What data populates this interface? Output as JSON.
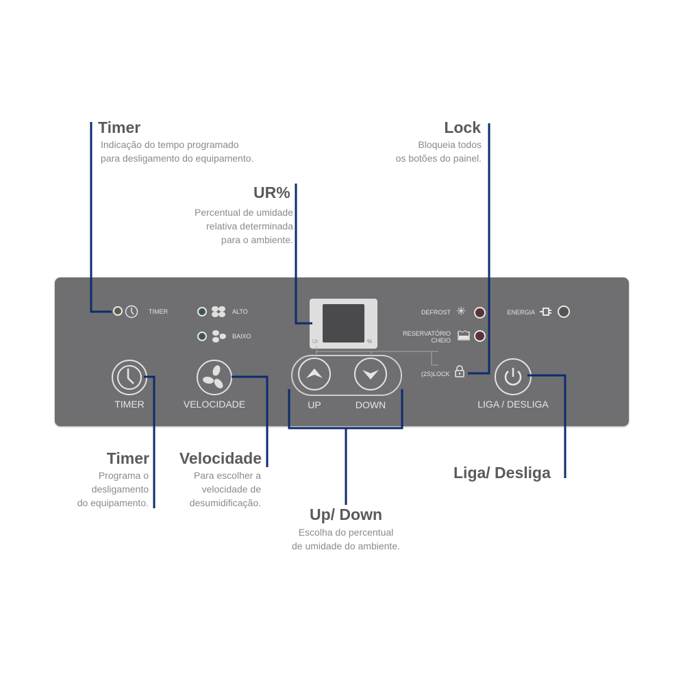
{
  "callouts": {
    "timer_top": {
      "title": "Timer",
      "desc": [
        "Indicação do tempo programado",
        "para desligamento do equipamento."
      ]
    },
    "lock": {
      "title": "Lock",
      "desc": [
        "Bloqueia todos",
        "os botões do painel."
      ]
    },
    "ur": {
      "title": "UR%",
      "desc": [
        "Percentual de umidade",
        "relativa determinada",
        "para o ambiente."
      ]
    },
    "timer_bottom": {
      "title": "Timer",
      "desc": [
        "Programa o",
        "desligamento",
        "do equipamento."
      ]
    },
    "velocidade": {
      "title": "Velocidade",
      "desc": [
        "Para escolher a",
        "velocidade de",
        "desumidificação."
      ]
    },
    "updown": {
      "title": "Up/ Down",
      "desc": [
        "Escolha do percentual",
        "de umidade do ambiente."
      ]
    },
    "liga": {
      "title": "Liga/ Desliga"
    }
  },
  "panel": {
    "timer_indicator": "TIMER",
    "alto": "ALTO",
    "baixo": "BAIXO",
    "display_ur": "Ur",
    "display_pct": "%",
    "defrost": "DEFROST",
    "reservatorio": "RESERVATÓRIO",
    "cheio": "CHEIO",
    "energia": "ENERGIA",
    "lock": "(2S)LOCK",
    "btn_timer": "TIMER",
    "btn_velocidade": "VELOCIDADE",
    "btn_up": "UP",
    "btn_down": "DOWN",
    "btn_liga": "LIGA / DESLIGA"
  },
  "colors": {
    "line": "#0d2b6e",
    "panel": "#6f6f71",
    "heading": "#5a5a5c",
    "desc": "#8a8a8c"
  }
}
